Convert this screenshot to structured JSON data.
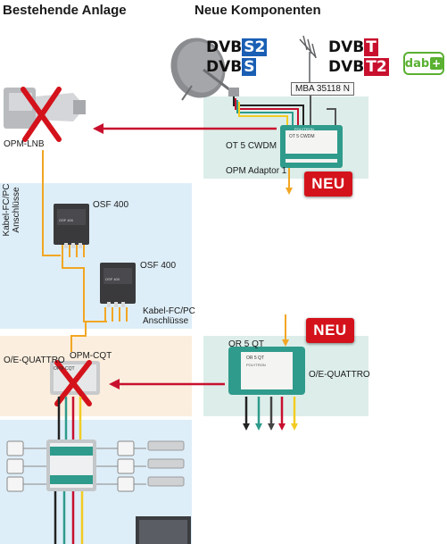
{
  "headers": {
    "left": "Bestehende Anlage",
    "right": "Neue Komponenten"
  },
  "logos": {
    "dvb_s2_prefix": "DVB",
    "dvb_s2_suffix": "S2",
    "dvb_s_prefix": "DVB",
    "dvb_s_suffix": "S",
    "dvb_t_prefix": "DVB",
    "dvb_t_suffix": "T",
    "dvb_t2_prefix": "DVB",
    "dvb_t2_suffix": "T2",
    "dab": "dab",
    "dab_plus": "+"
  },
  "labels": {
    "mba": "MBA 35118 N",
    "opm_lnb": "OPM-LNB",
    "ot5": "OT 5 CWDM",
    "opm_adaptor": "OPM Adaptor 1",
    "neu_top": "NEU",
    "neu_mid": "NEU",
    "osf1": "OSF 400",
    "osf2": "OSF 400",
    "kabel_vert_1": "Kabel-FC/PC",
    "kabel_vert_2": "Anschlüsse",
    "kabel_h_1": "Kabel-FC/PC",
    "kabel_h_2": "Anschlüsse",
    "oe_quattro_left": "O/E-QUATTRO",
    "opm_cqt": "OPM-CQT",
    "or5qt": "OR 5 QT",
    "oe_quattro_right": "O/E-QUATTRO"
  },
  "device_text": {
    "ot5_face": "OT 5 CWDM",
    "or5_face": "OR 5 QT",
    "opm_face": "OPM-CQT",
    "osf_face": "OSF 400",
    "polytron": "POLYTRON"
  },
  "colors": {
    "panel_blue": "#deeef8",
    "panel_orange": "#fbeede",
    "panel_teal": "#ddeeea",
    "red_arrow": "#c8102e",
    "badge_red": "#d4121b",
    "fiber": "#f2a623",
    "device_green": "#2f9b8c"
  }
}
